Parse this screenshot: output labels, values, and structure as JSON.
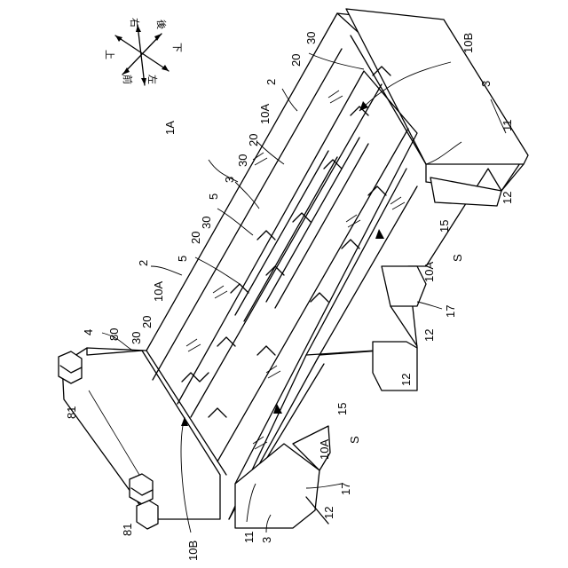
{
  "labels": {
    "l_1A": "1A",
    "l_2": "2",
    "l_3": "3",
    "l_4": "4",
    "l_5": "5",
    "l_10A": "10A",
    "l_10B": "10B",
    "l_11": "11",
    "l_12": "12",
    "l_15": "15",
    "l_17": "17",
    "l_20": "20",
    "l_30": "30",
    "l_80": "80",
    "l_81": "81",
    "l_S": "S"
  },
  "directions": {
    "right": "右",
    "back": "後",
    "up": "上",
    "down": "下",
    "front": "前",
    "left": "左"
  }
}
